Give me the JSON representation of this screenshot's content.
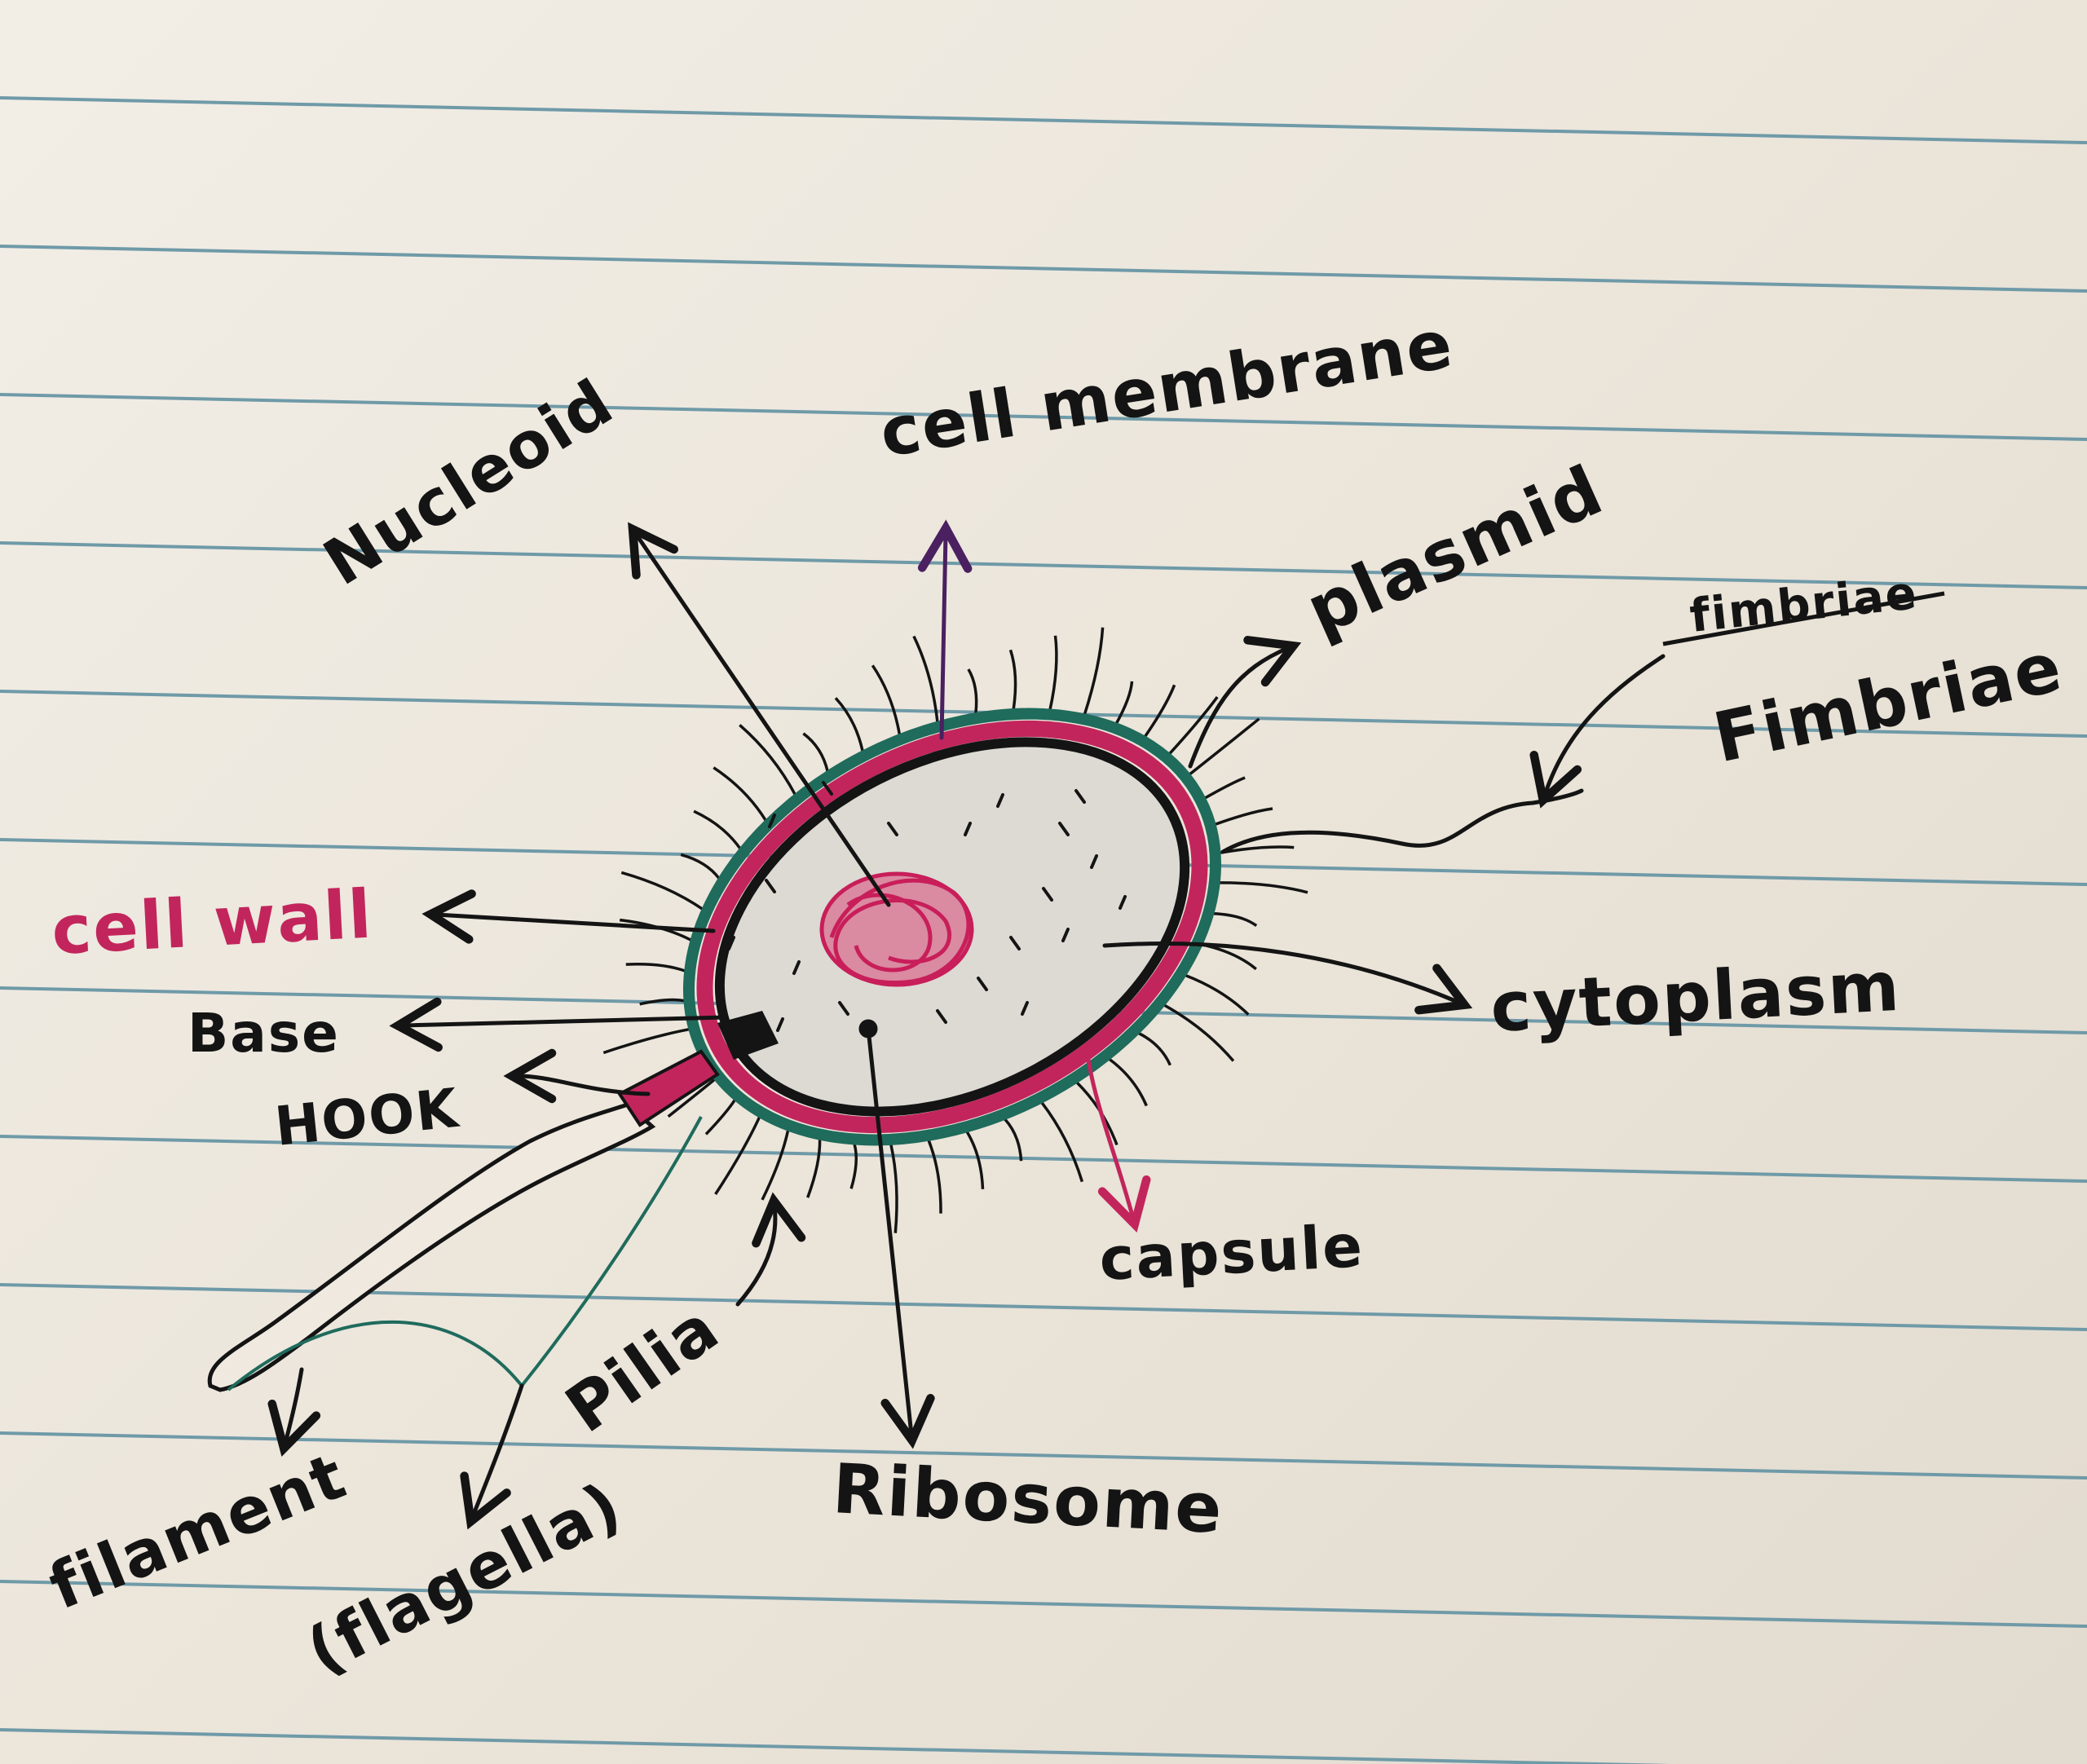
{
  "diagram": {
    "labels": {
      "nucleoid": "Nucleoid",
      "cell_membrane": "cell membrane",
      "plasmid": "plasmid",
      "fimbriae_crossed": "fimbriae",
      "fimbriae": "Fimbriae",
      "cell_wall": "cell wall",
      "base": "Base",
      "hook": "HOOK",
      "cytoplasm": "cytoplasm",
      "capsule": "capsule",
      "pilia": "Pilia",
      "ribosome": "Ribosome",
      "filament": "filament",
      "flagella": "(flagella)"
    },
    "colors": {
      "paper": "#efe9df",
      "rule_line": "#6f9aa8",
      "ink": "#141414",
      "cell_wall_red": "#c2255c",
      "capsule_green": "#1f6b5c",
      "membrane_purple": "#4a2060",
      "cytoplasm_fill": "#dcdad3",
      "nucleoid_red": "#c81e5a"
    }
  }
}
